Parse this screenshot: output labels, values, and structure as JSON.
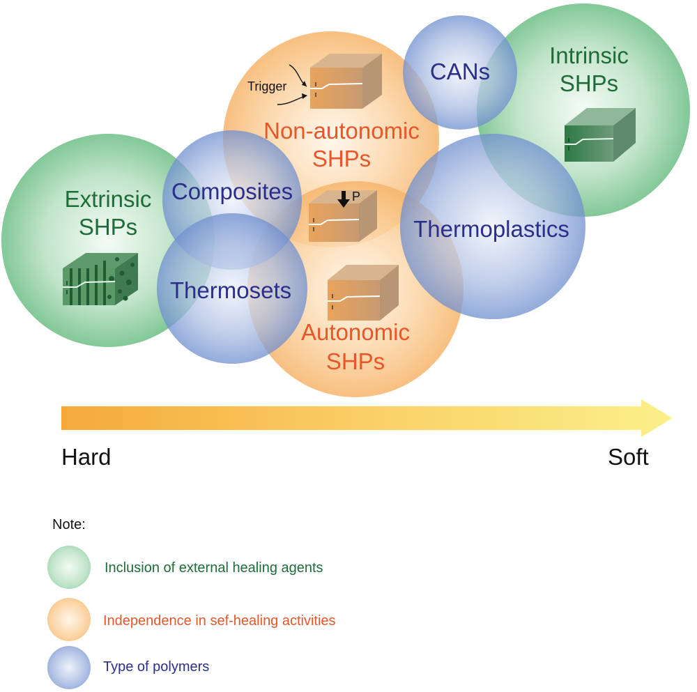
{
  "circles": {
    "extrinsic": "Extrinsic",
    "extrinsic_2": "SHPs",
    "intrinsic": "Intrinsic",
    "intrinsic_2": "SHPs",
    "non_autonomic": "Non-autonomic",
    "non_autonomic_2": "SHPs",
    "autonomic": "Autonomic",
    "autonomic_2": "SHPs",
    "composites": "Composites",
    "thermosets": "Thermosets",
    "thermoplastics": "Thermoplastics",
    "cans": "CANs"
  },
  "annotations": {
    "trigger": "Trigger",
    "pressure": "P"
  },
  "axis": {
    "left": "Hard",
    "right": "Soft"
  },
  "legend": {
    "title": "Note:",
    "items": [
      {
        "label": "Inclusion of external healing agents",
        "color": "#1f6b3a"
      },
      {
        "label": "Independence in sef-healing activities",
        "color": "#e8562a"
      },
      {
        "label": "Type of polymers",
        "color": "#2b2f8a"
      }
    ]
  },
  "colors": {
    "green_text": "#1f6b3a",
    "orange_text": "#e8562a",
    "blue_text": "#2b2f8a"
  }
}
